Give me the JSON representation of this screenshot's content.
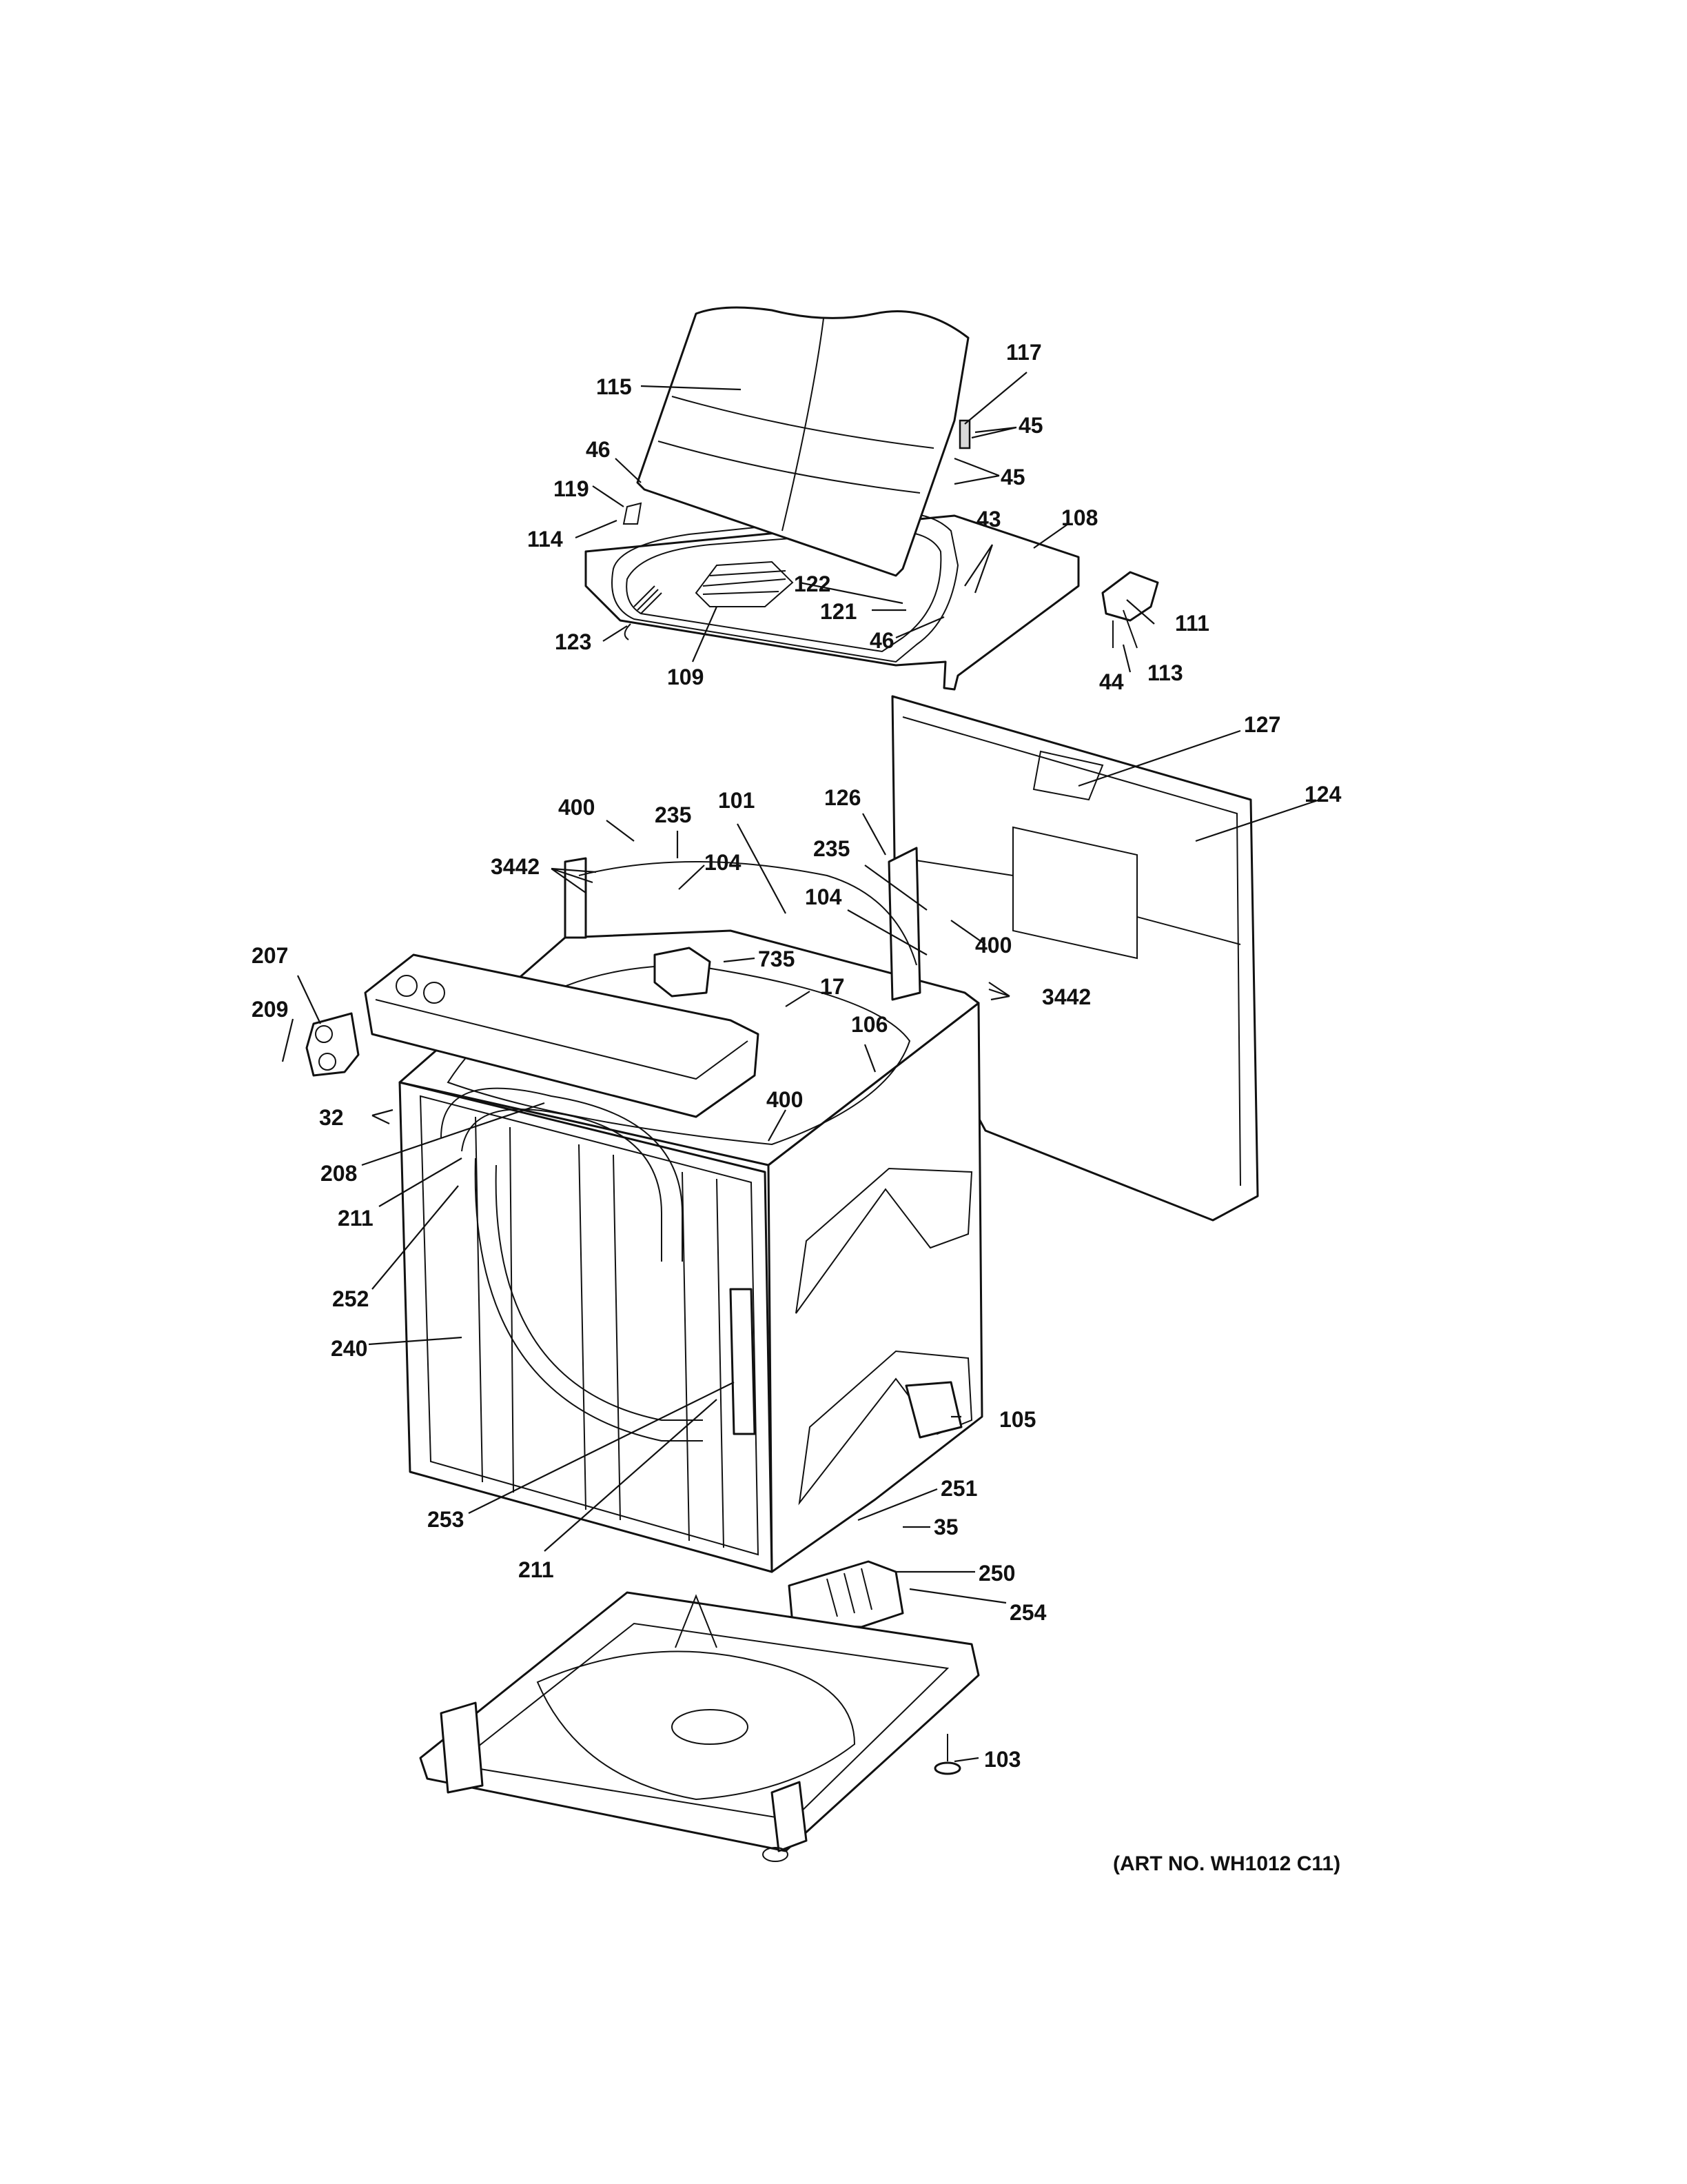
{
  "art_number": "(ART NO. WH1012 C11)",
  "callouts": {
    "c115": "115",
    "c117": "117",
    "c45a": "45",
    "c45b": "45",
    "c46a": "46",
    "c119": "119",
    "c114": "114",
    "c43": "43",
    "c108": "108",
    "c122": "122",
    "c121": "121",
    "c46b": "46",
    "c123": "123",
    "c109": "109",
    "c111": "111",
    "c44": "44",
    "c113": "113",
    "c127": "127",
    "c124": "124",
    "c126": "126",
    "c400a": "400",
    "c235a": "235",
    "c101": "101",
    "c3442a": "3442",
    "c104a": "104",
    "c235b": "235",
    "c104b": "104",
    "c400b": "400",
    "c3442b": "3442",
    "c207": "207",
    "c735": "735",
    "c209": "209",
    "c17": "17",
    "c106": "106",
    "c400c": "400",
    "c32": "32",
    "c208": "208",
    "c211a": "211",
    "c252": "252",
    "c240": "240",
    "c105": "105",
    "c251": "251",
    "c35": "35",
    "c253": "253",
    "c211b": "211",
    "c250": "250",
    "c254": "254",
    "c103": "103"
  }
}
